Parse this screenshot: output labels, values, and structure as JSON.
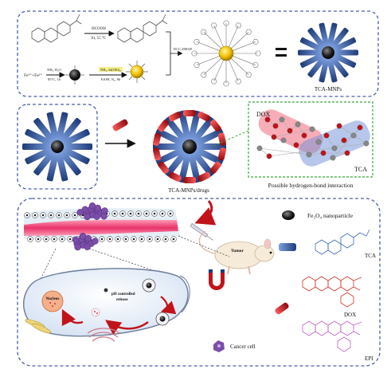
{
  "labels": {
    "reagent_hcooh": "HCOOH",
    "reagent_hcooh_cond": "Et, 55 °C",
    "reagent_fe": "Fe³⁺+Fe²⁺",
    "reagent_nh3": "NH₃·H₂O",
    "reagent_nh3_cond": "85°C, 1h",
    "reagent_aptes": "NH₂–Si(OEt)₃",
    "reagent_aptes_cond": "EtOH, N₂, 8h",
    "reagent_dcc": "DCC,DMAP",
    "tca_mnps": "TCA-MNPs",
    "tca_mnps_drugs": "TCA-MNPs/drugs",
    "dox": "DOX",
    "tca_right": "TCA",
    "hbond": "Possible hydrogen-bond interaction",
    "tumor": "Tumor",
    "nucleus": "Nucleus",
    "ph_release": "pH controlled\nrelease",
    "legend_fe3o4": "Fe₃O₄ nanoparticle",
    "legend_tca": "TCA",
    "legend_dox": "DOX",
    "legend_epi": "EPI",
    "legend_cancer": "Cancer cell"
  },
  "colors": {
    "border": "#4a5fa8",
    "rod_blue": "#2f4f8f",
    "rod_red": "#b8161c",
    "green_box": "#3aa53a",
    "vessel": "#e8527a",
    "cancer": "#7b4ea8",
    "dox_struct": "#d2342c",
    "epi_struct": "#c260c0",
    "tca_struct": "#3b6ab0"
  }
}
